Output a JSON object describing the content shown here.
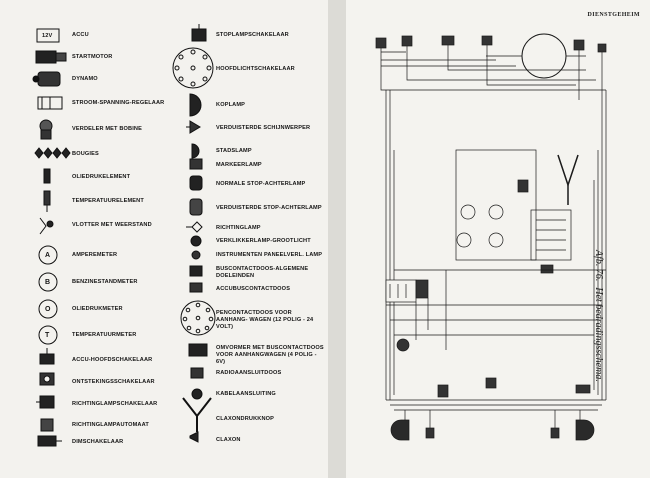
{
  "left_page": {
    "battery_voltage": "12V",
    "legend_left": [
      {
        "icon": "battery-icon",
        "label": "ACCU"
      },
      {
        "icon": "starter-motor-icon",
        "label": "STARTMOTOR"
      },
      {
        "icon": "dynamo-icon",
        "label": "DYNAMO"
      },
      {
        "icon": "regulator-icon",
        "label": "STROOM-SPANNING-REGELAAR"
      },
      {
        "icon": "distributor-icon",
        "label": "VERDELER MET BOBINE"
      },
      {
        "icon": "spark-plugs-icon",
        "label": "BOUGIES"
      },
      {
        "icon": "oil-pressure-element-icon",
        "label": "OLIEDRUKELEMENT"
      },
      {
        "icon": "temperature-element-icon",
        "label": "TEMPERATUURELEMENT"
      },
      {
        "icon": "float-resistor-icon",
        "label": "VLOTTER MET WEERSTAND"
      },
      {
        "icon": "ammeter-icon",
        "label": "AMPEREMETER",
        "letter": "A"
      },
      {
        "icon": "fuel-gauge-icon",
        "label": "BENZINESTANDMETER",
        "letter": "B"
      },
      {
        "icon": "oil-pressure-gauge-icon",
        "label": "OLIEDRUKMETER",
        "letter": "O"
      },
      {
        "icon": "temperature-gauge-icon",
        "label": "TEMPERATUURMETER",
        "letter": "T"
      },
      {
        "icon": "battery-main-switch-icon",
        "label": "ACCU-HOOFDSCHAKELAAR"
      },
      {
        "icon": "ignition-switch-icon",
        "label": "ONTSTEKINGSSCHAKELAAR"
      },
      {
        "icon": "indicator-switch-icon",
        "label": "RICHTINGLAMPSCHAKELAAR"
      },
      {
        "icon": "indicator-relay-icon",
        "label": "RICHTINGLAMPAUTOMAAT"
      },
      {
        "icon": "dimmer-switch-icon",
        "label": "DIMSCHAKELAAR"
      }
    ],
    "legend_right": [
      {
        "icon": "stop-lamp-switch-icon",
        "label": "STOPLAMPSCHAKELAAR"
      },
      {
        "icon": "main-light-switch-icon",
        "label": "HOOFDLICHTSCHAKELAAR"
      },
      {
        "icon": "headlamp-icon",
        "label": "KOPLAMP"
      },
      {
        "icon": "spotlight-icon",
        "label": "VERDUISTERDE SCHIJNWERPER"
      },
      {
        "icon": "parking-lamp-icon",
        "label": "STADSLAMP"
      },
      {
        "icon": "marker-lamp-icon",
        "label": "MARKEERLAMP"
      },
      {
        "icon": "stop-tail-lamp-icon",
        "label": "NORMALE STOP-ACHTERLAMP"
      },
      {
        "icon": "blackout-stop-tail-lamp-icon",
        "label": "VERDUISTERDE STOP-ACHTERLAMP"
      },
      {
        "icon": "indicator-lamp-icon",
        "label": "RICHTINGLAMP"
      },
      {
        "icon": "warning-lamp-icon",
        "label": "VERKLIKKERLAMP-GROOTLICHT"
      },
      {
        "icon": "panel-lamp-icon",
        "label": "INSTRUMENTEN PANEELVERL. LAMP"
      },
      {
        "icon": "fuse-box-icon",
        "label": "BUSCONTACTDOOS-ALGEMENE DOELEINDEN"
      },
      {
        "icon": "battery-socket-icon",
        "label": "ACCUBUSCONTACTDOOS"
      },
      {
        "icon": "trailer-socket-icon",
        "label": "PENCONTACTDOOS VOOR AANHANG- WAGEN (12 POLIG - 24 VOLT)"
      },
      {
        "icon": "converter-icon",
        "label": "OMVORMER MET BUSCONTACTDOOS VOOR AANHANGWAGEN (4 POLIG - 6V)"
      },
      {
        "icon": "radio-connection-icon",
        "label": "RADIOAANSLUITDOOS"
      },
      {
        "icon": "cable-connection-icon",
        "label": "KABELAANSLUITING"
      },
      {
        "icon": "horn-button-icon",
        "label": "CLAXONDRUKKNOP"
      },
      {
        "icon": "horn-icon",
        "label": "CLAXON"
      }
    ]
  },
  "right_page": {
    "header": "DIENSTGEHEIM",
    "figure_number": "Afb. 76.",
    "figure_title": "Het bedradingsschema."
  }
}
